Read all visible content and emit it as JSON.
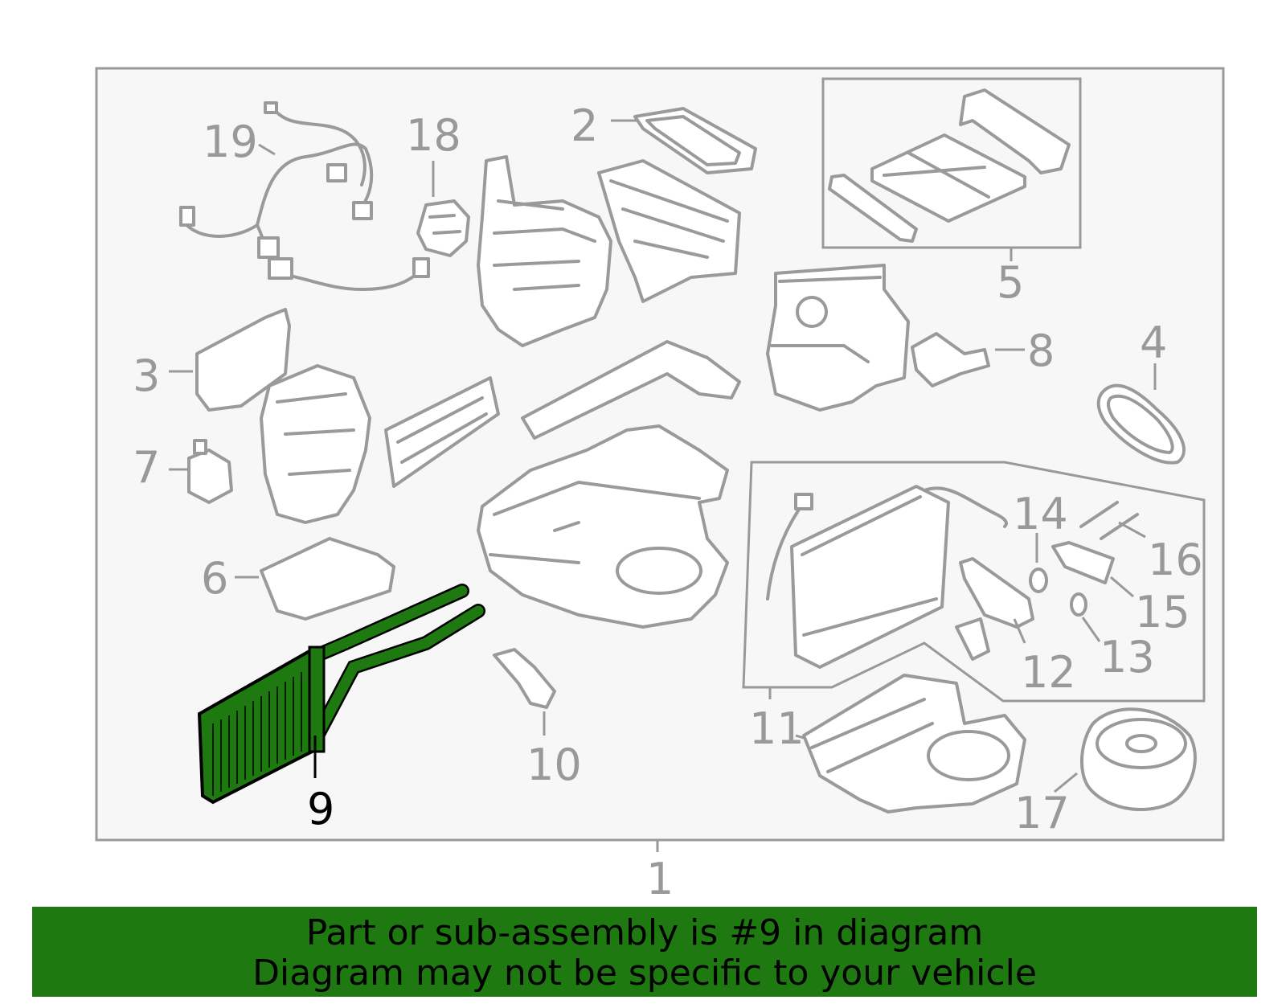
{
  "colors": {
    "highlight": "#1e7a10",
    "part_outline": "#9a9a9a",
    "frame": "#999999",
    "background": "#f7f7f7"
  },
  "callouts": {
    "n1": "1",
    "n2": "2",
    "n3": "3",
    "n4": "4",
    "n5": "5",
    "n6": "6",
    "n7": "7",
    "n8": "8",
    "n9": "9",
    "n10": "10",
    "n11": "11",
    "n12": "12",
    "n13": "13",
    "n14": "14",
    "n15": "15",
    "n16": "16",
    "n17": "17",
    "n18": "18",
    "n19": "19"
  },
  "highlighted_part": "9",
  "banner": {
    "line1": "Part or sub-assembly is #9 in diagram",
    "line2": "Diagram may not be specific to your vehicle"
  }
}
